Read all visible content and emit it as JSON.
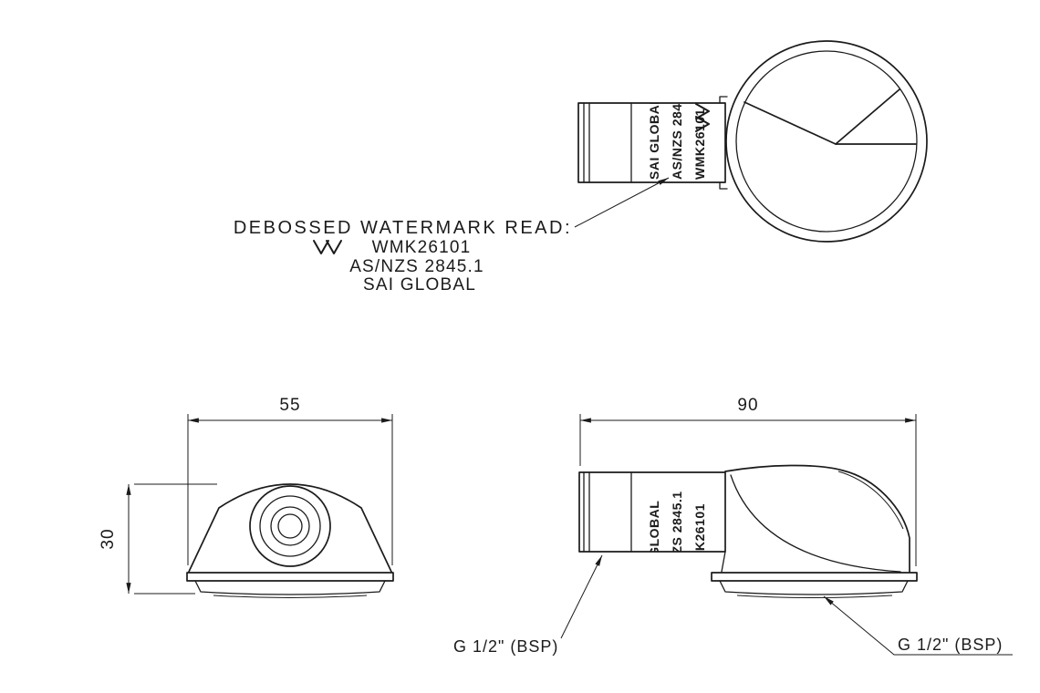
{
  "annotation": {
    "heading": "DEBOSSED WATERMARK READ:"
  },
  "marks": {
    "code": "WMK26101",
    "standard": "AS/NZS 2845.1",
    "certifier": "SAI GLOBAL"
  },
  "dimensions": {
    "front_width_mm": "55",
    "front_height_mm": "30",
    "side_width_mm": "90"
  },
  "threads": {
    "left_label": "G 1/2\" (BSP)",
    "right_label": "G 1/2\" (BSP)"
  },
  "icons": {
    "watermark_logo": "watermark-double-v-icon"
  },
  "colors": {
    "line": "#1b1b1b",
    "background": "#ffffff"
  }
}
